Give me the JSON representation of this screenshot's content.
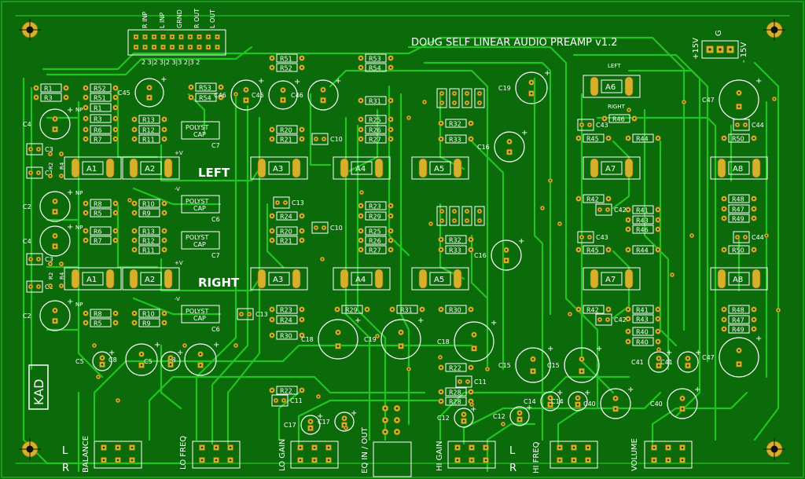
{
  "board": {
    "title": "DOUG SELF LINEAR AUDIO PREAMP  v1.2",
    "section_left": "LEFT",
    "section_right": "RIGHT",
    "maker": "KAD",
    "colors": {
      "board": "#0b6b0b",
      "trace": "#22c422",
      "pad": "#d6b02a",
      "silk": "#ffffff",
      "copper": "#1fa81f"
    }
  },
  "input_header": {
    "labels": [
      "R INP",
      "L INP",
      "GRND",
      "R OUT",
      "L OUT"
    ],
    "pin_numbers": "2 3|2 3|2 3|3 2|3 2"
  },
  "power_header": {
    "labels": [
      "+15V",
      "G",
      "- 15V"
    ]
  },
  "bottom_labels": {
    "balance": "BALANCE",
    "lo_freq": "LO FREQ",
    "lo_gain": "LO GAIN",
    "eq": "EQ IN / OUT",
    "hi_gain": "HI GAIN",
    "hi_freq": "HI FREQ",
    "volume": "VOLUME",
    "l1": "L",
    "r1": "R",
    "l2": "L",
    "r2": "R"
  },
  "misc_labels": {
    "np": "NP",
    "polyst": "POLYST",
    "cap": "CAP",
    "plus_v": "+V",
    "minus_v": "-V",
    "left_small": "LEFT",
    "right_small": "RIGHT"
  }
}
